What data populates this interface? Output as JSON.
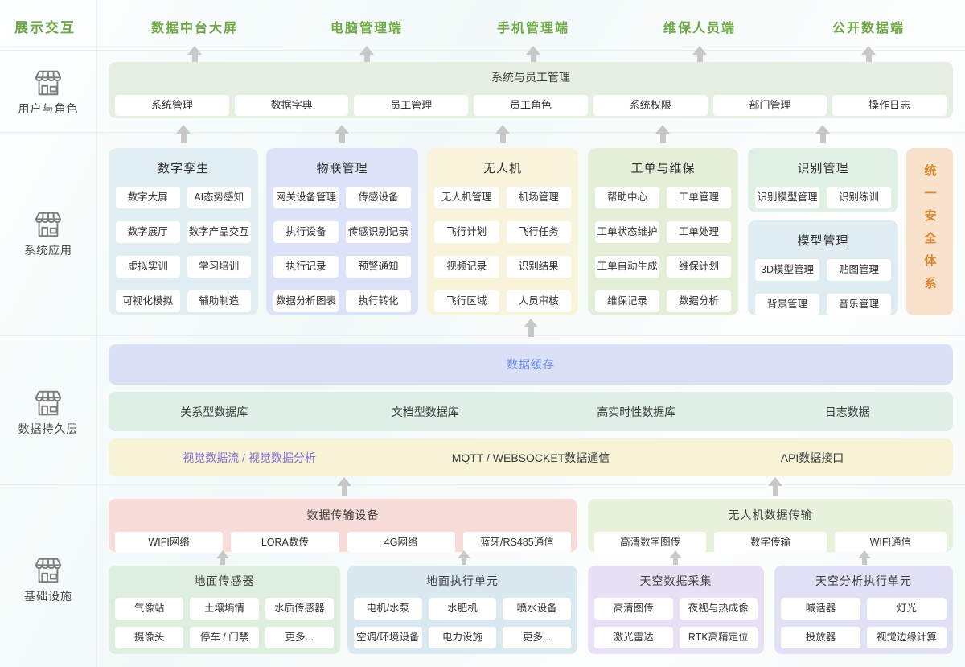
{
  "sidebar": {
    "top_label": "展示交互",
    "layers": [
      {
        "label": "用户与角色"
      },
      {
        "label": "系统应用"
      },
      {
        "label": "数据持久层"
      },
      {
        "label": "基础设施"
      }
    ]
  },
  "portals": [
    "数据中台大屏",
    "电脑管理端",
    "手机管理端",
    "维保人员端",
    "公开数据端"
  ],
  "system_band": {
    "title": "系统与员工管理",
    "items": [
      "系统管理",
      "数据字典",
      "员工管理",
      "员工角色",
      "系统权限",
      "部门管理",
      "操作日志"
    ]
  },
  "app_cards": [
    {
      "title": "数字孪生",
      "items": [
        "数字大屏",
        "AI态势感知",
        "数字展厅",
        "数字产品交互",
        "虚拟实训",
        "学习培训",
        "可视化模拟",
        "辅助制造"
      ]
    },
    {
      "title": "物联管理",
      "items": [
        "网关设备管理",
        "传感设备",
        "执行设备",
        "传感识别记录",
        "执行记录",
        "预警通知",
        "数据分析图表",
        "执行转化"
      ]
    },
    {
      "title": "无人机",
      "items": [
        "无人机管理",
        "机场管理",
        "飞行计划",
        "飞行任务",
        "视频记录",
        "识别结果",
        "飞行区域",
        "人员审核"
      ]
    },
    {
      "title": "工单与维保",
      "items": [
        "帮助中心",
        "工单管理",
        "工单状态维护",
        "工单处理",
        "工单自动生成",
        "维保计划",
        "维保记录",
        "数据分析"
      ]
    },
    {
      "title": "识别管理",
      "items": [
        "识别模型管理",
        "识别练训"
      ]
    },
    {
      "title": "模型管理",
      "items": [
        "3D模型管理",
        "贴图管理",
        "背景管理",
        "音乐管理"
      ]
    }
  ],
  "security_strip": {
    "label": "统一安全体系"
  },
  "persistence": {
    "cache_label": "数据缓存",
    "databases": [
      "关系型数据库",
      "文档型数据库",
      "高实时性数据库",
      "日志数据"
    ],
    "channels": [
      "视觉数据流 / 视觉数据分析",
      "MQTT / WEBSOCKET数据通信",
      "API数据接口"
    ]
  },
  "transport_bands": [
    {
      "title": "数据传输设备",
      "items": [
        "WIFI网络",
        "LORA数传",
        "4G网络",
        "蓝牙/RS485通信"
      ]
    },
    {
      "title": "无人机数据传输",
      "items": [
        "高清数字图传",
        "数字传输",
        "WIFI通信"
      ]
    }
  ],
  "infra_cards": [
    {
      "title": "地面传感器",
      "items": [
        "气像站",
        "土壤墒情",
        "水质传感器",
        "摄像头",
        "停车 / 门禁",
        "更多..."
      ]
    },
    {
      "title": "地面执行单元",
      "items": [
        "电机/水泵",
        "水肥机",
        "喷水设备",
        "空调/环境设备",
        "电力设施",
        "更多..."
      ]
    },
    {
      "title": "天空数据采集",
      "items": [
        "高清图传",
        "夜视与热成像",
        "激光雷达",
        "RTK高精定位"
      ]
    },
    {
      "title": "天空分析执行单元",
      "items": [
        "喊话器",
        "灯光",
        "投放器",
        "视觉边缘计算"
      ]
    }
  ],
  "colors": {
    "accent_green_text": "#6ea846",
    "security_orange_text": "#d9852f",
    "cache_blue_text": "#6a8cee",
    "vision_purple_text": "#8668d6",
    "arrow_gray": "#c8c8c8"
  }
}
